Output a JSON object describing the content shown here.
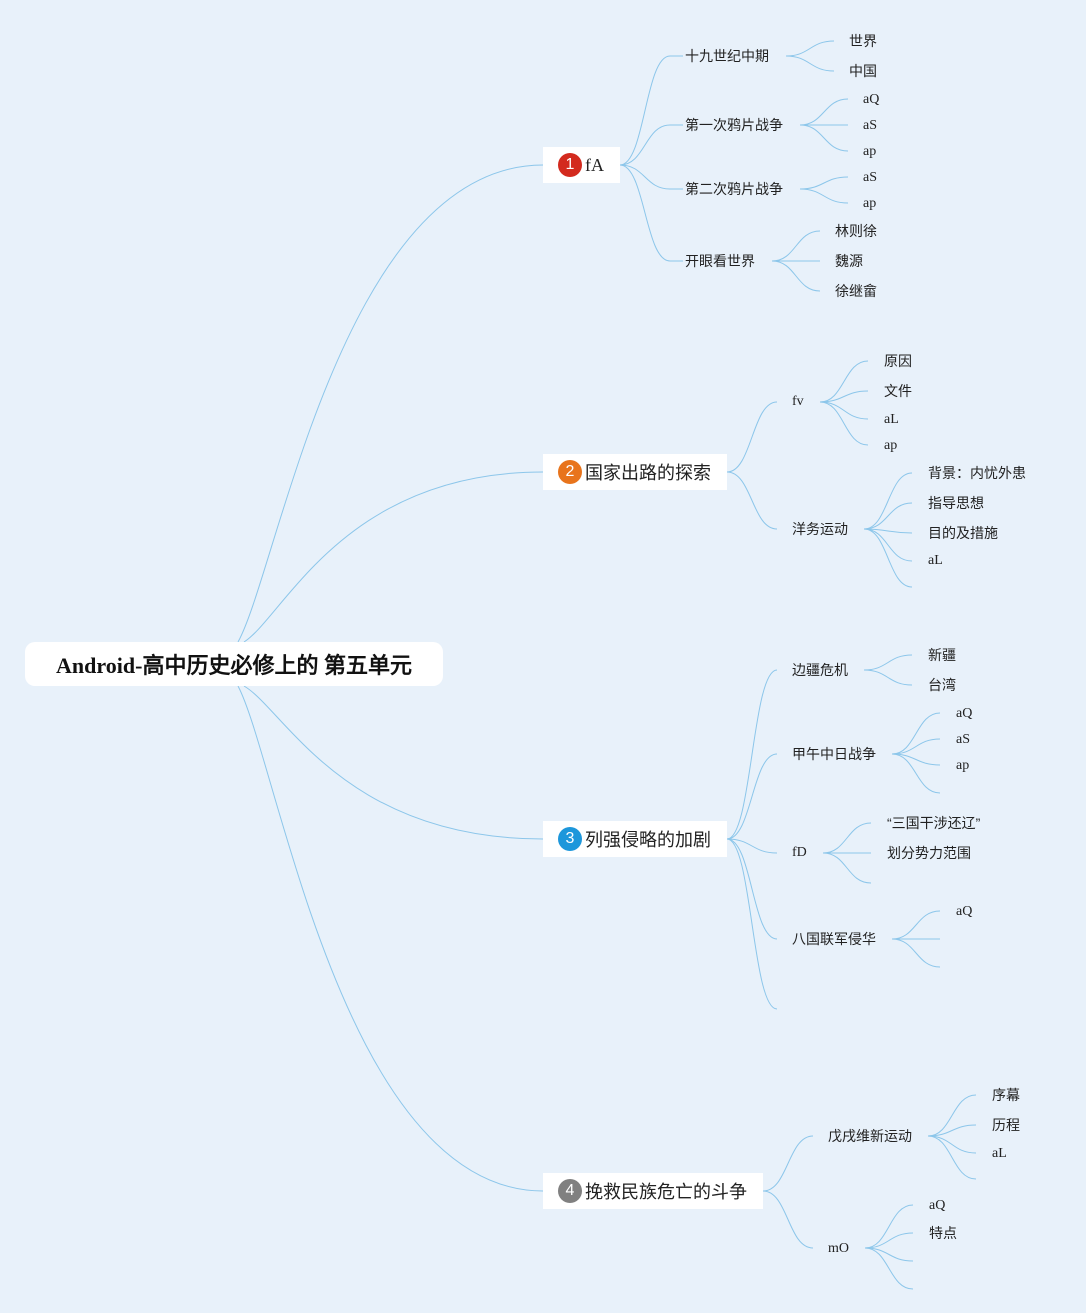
{
  "root": "Android-高中历史必修上的 第五单元",
  "colors": {
    "background": "#e8f1fa",
    "link": "#8cc6ea",
    "badge1": "#d32a1e",
    "badge2": "#e8741c",
    "badge3": "#1d97db",
    "badge4": "#808080"
  },
  "branches": [
    {
      "number": "1",
      "label": "fA",
      "children": [
        {
          "label": "十九世纪中期",
          "children": [
            "世界",
            "中国"
          ]
        },
        {
          "label": "第一次鸦片战争",
          "children": [
            "aQ",
            "aS",
            "ap"
          ]
        },
        {
          "label": "第二次鸦片战争",
          "children": [
            "aS",
            "ap"
          ]
        },
        {
          "label": "开眼看世界",
          "children": [
            "林则徐",
            "魏源",
            "徐继畲"
          ]
        }
      ]
    },
    {
      "number": "2",
      "label": "国家出路的探索",
      "children": [
        {
          "label": "fv",
          "children": [
            "原因",
            "文件",
            "aL",
            "ap"
          ]
        },
        {
          "label": "洋务运动",
          "children": [
            "背景：内忧外患",
            "指导思想",
            "目的及措施",
            "aL",
            ""
          ]
        }
      ]
    },
    {
      "number": "3",
      "label": "列强侵略的加剧",
      "children": [
        {
          "label": "边疆危机",
          "children": [
            "新疆",
            "台湾"
          ]
        },
        {
          "label": "甲午中日战争",
          "children": [
            "aQ",
            "aS",
            "ap"
          ]
        },
        {
          "label": "fD",
          "children": [
            "“三国干涉还辽”",
            "划分势力范围",
            ""
          ]
        },
        {
          "label": "八国联军侵华",
          "children": [
            "aQ",
            "",
            ""
          ]
        },
        {
          "label": "",
          "children": []
        }
      ]
    },
    {
      "number": "4",
      "label": "挽救民族危亡的斗争",
      "children": [
        {
          "label": "戊戌维新运动",
          "children": [
            "序幕",
            "历程",
            "aL",
            ""
          ]
        },
        {
          "label": "mO",
          "children": [
            "aQ",
            "特点",
            "",
            ""
          ]
        }
      ]
    }
  ]
}
